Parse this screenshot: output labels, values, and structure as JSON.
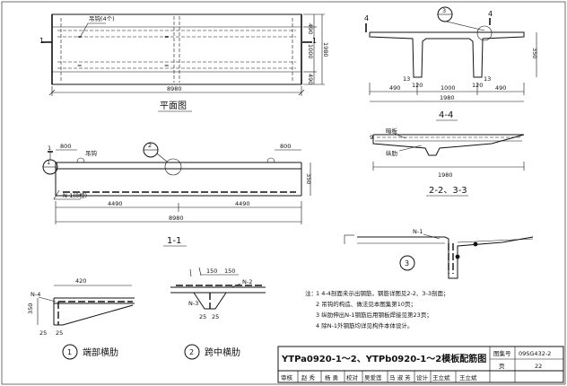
{
  "plan": {
    "title": "平面图",
    "callout": "吊钩(4个)",
    "dim_total": "8980",
    "dim_w1": "490",
    "dim_w2": "1000",
    "dim_w3": "490",
    "dim_width": "1980",
    "section_mark": "1"
  },
  "section_11": {
    "title": "1-1",
    "hook_label": "吊钩",
    "dim_800_left": "800",
    "dim_800_right": "800",
    "dim_4490_a": "4490",
    "dim_4490_b": "4490",
    "dim_total": "8980",
    "dim_height": "350",
    "rebar_label": "N-1(8根)",
    "detail_1": "1",
    "detail_2": "2"
  },
  "section_44": {
    "title": "4-4",
    "mark_4": "4",
    "detail_3": "3",
    "dims_bottom": [
      "490",
      "1000",
      "490"
    ],
    "dim_total": "1980",
    "dims_rib": [
      "13",
      "120",
      "13",
      "120"
    ],
    "dim_height": "350"
  },
  "section_23": {
    "title": "2-2、3-3",
    "label_top": "暗板",
    "label_side": "纵肋",
    "dim_total": "1980",
    "mark": "9"
  },
  "detail_3": {
    "label": "3",
    "rebar_label": "N-1"
  },
  "detail_end_rib": {
    "number": "1",
    "caption": "端部横肋",
    "dim_top": "420",
    "dim_h": "350",
    "dims_bottom": [
      "25",
      "25"
    ],
    "rebar": "N-4"
  },
  "detail_mid_rib": {
    "number": "2",
    "caption": "跨中横肋",
    "dims_top": [
      "150",
      "150"
    ],
    "dims_bottom": [
      "25",
      "25"
    ],
    "rebar_label": "N-3",
    "rebar_label_b": "N-2"
  },
  "notes": {
    "heading": "注：",
    "items": [
      "1  4-4剖面未示出钢筋，钢筋详图见2-2、3-3剖面；",
      "2  吊钩的构造、做法见本图集第10页；",
      "3  纵肋伸出N-1钢筋后用钢板焊接见第23页；",
      "4  除N-1外钢筋均详见构件本体设计。"
    ]
  },
  "title_block": {
    "drawing_title": "YTPa0920-1～2、YTPb0920-1～2模板配筋图",
    "atlas_label": "图集号",
    "atlas_no": "09SG432-2",
    "page_label": "页",
    "page_no": "22",
    "row_labels": [
      "审核",
      "赵秀",
      "校对",
      "设计",
      "王立斌"
    ],
    "signatures": [
      "赵 秀",
      "杨 勇",
      "吴爱莲",
      "马 淑 芳",
      "王立斌"
    ]
  }
}
